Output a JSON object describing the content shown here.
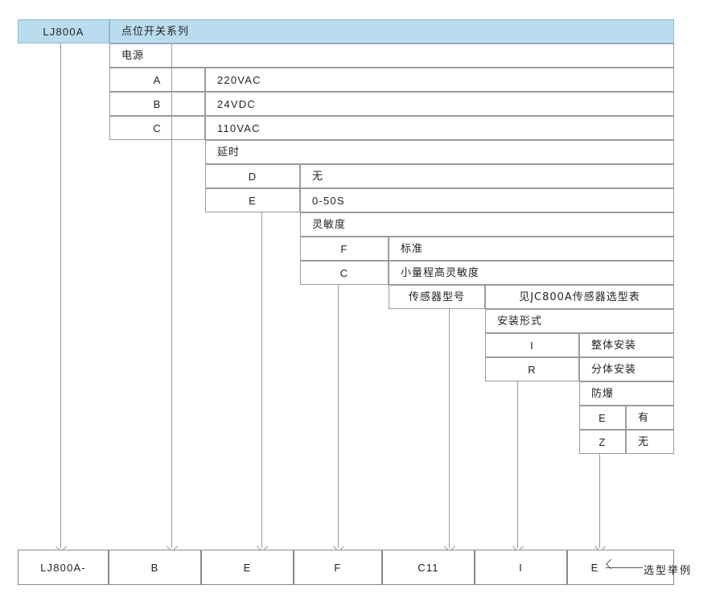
{
  "diagram": {
    "title_code": "LJ800A",
    "title_desc": "点位开关系列",
    "groups": [
      {
        "name": "power-supply",
        "header": "电源",
        "rows": [
          {
            "code": "A",
            "desc": "220VAC"
          },
          {
            "code": "B",
            "desc": "24VDC"
          },
          {
            "code": "C",
            "desc": "110VAC"
          }
        ]
      },
      {
        "name": "delay",
        "header": "延时",
        "rows": [
          {
            "code": "D",
            "desc": "无"
          },
          {
            "code": "E",
            "desc": "0-50S"
          }
        ]
      },
      {
        "name": "sensitivity",
        "header": "灵敏度",
        "rows": [
          {
            "code": "F",
            "desc": "标准"
          },
          {
            "code": "C",
            "desc": "小量程高灵敏度"
          }
        ]
      },
      {
        "name": "sensor-model",
        "header": "传感器型号",
        "header_desc": "见JC800A传感器选型表",
        "rows": []
      },
      {
        "name": "mounting-type",
        "header": "安装形式",
        "rows": [
          {
            "code": "I",
            "desc": "整体安装"
          },
          {
            "code": "R",
            "desc": "分体安装"
          }
        ]
      },
      {
        "name": "explosion-proof",
        "header": "防爆",
        "rows": [
          {
            "code": "E",
            "desc": "有"
          },
          {
            "code": "Z",
            "desc": "无"
          }
        ]
      }
    ],
    "example": {
      "cells": [
        "LJ800A-",
        "B",
        "E",
        "F",
        "C11",
        "I",
        "E"
      ],
      "note": "选型举例"
    },
    "colors": {
      "header_fill": "#b9dcef",
      "line": "#9a9a9a",
      "text": "#231f20"
    }
  }
}
